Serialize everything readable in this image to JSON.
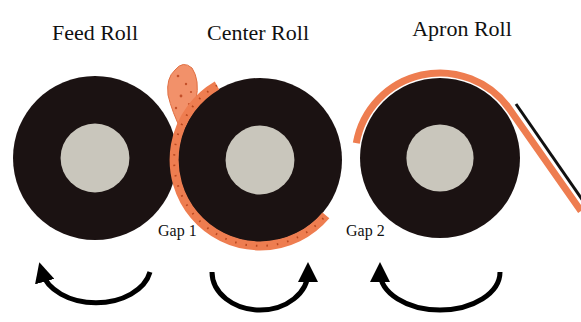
{
  "diagram": {
    "nodes": [
      {
        "text": [
          "Feed Roll"
        ]
      },
      {
        "text": [
          "Center Roll"
        ]
      },
      {
        "text": [
          "Apron Roll"
        ]
      }
    ],
    "labels": [
      "Gap 1",
      "Gap 2"
    ]
  }
}
